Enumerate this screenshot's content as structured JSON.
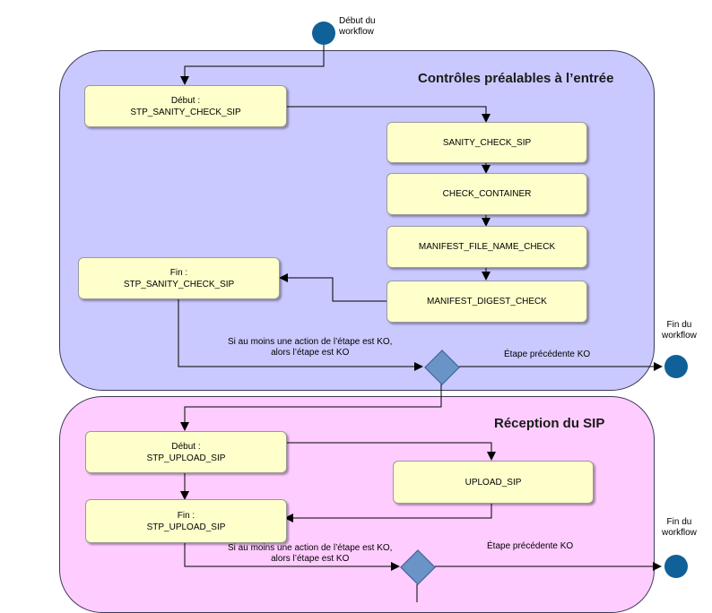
{
  "start_event": {
    "label_line1": "Début du",
    "label_line2": "workflow"
  },
  "lane1": {
    "title": "Contrôles préalables à l’entrée",
    "begin": {
      "line1": "Début :",
      "line2": "STP_SANITY_CHECK_SIP"
    },
    "end": {
      "line1": "Fin :",
      "line2": "STP_SANITY_CHECK_SIP"
    },
    "actions": [
      "SANITY_CHECK_SIP",
      "CHECK_CONTAINER",
      "MANIFEST_FILE_NAME_CHECK",
      "MANIFEST_DIGEST_CHECK"
    ],
    "condition_line1": "Si au moins une action de l’étape est KO,",
    "condition_line2": "alors l’étape est KO",
    "ko_label": "Étape précédente KO",
    "end_event": {
      "label_line1": "Fin du",
      "label_line2": "workflow"
    }
  },
  "lane2": {
    "title": "Réception du SIP",
    "begin": {
      "line1": "Début :",
      "line2": "STP_UPLOAD_SIP"
    },
    "end": {
      "line1": "Fin :",
      "line2": "STP_UPLOAD_SIP"
    },
    "actions": [
      "UPLOAD_SIP"
    ],
    "condition_line1": "Si au moins une action de l’étape est KO,",
    "condition_line2": "alors l’étape est KO",
    "ko_label": "Étape précédente KO",
    "end_event": {
      "label_line1": "Fin du",
      "label_line2": "workflow"
    }
  },
  "colors": {
    "lane1_fill": "#c9c9ff",
    "lane2_fill": "#ffccff",
    "box_fill": "#ffffcc",
    "event_fill": "#0f6198",
    "gateway_fill": "#6a93c6"
  }
}
